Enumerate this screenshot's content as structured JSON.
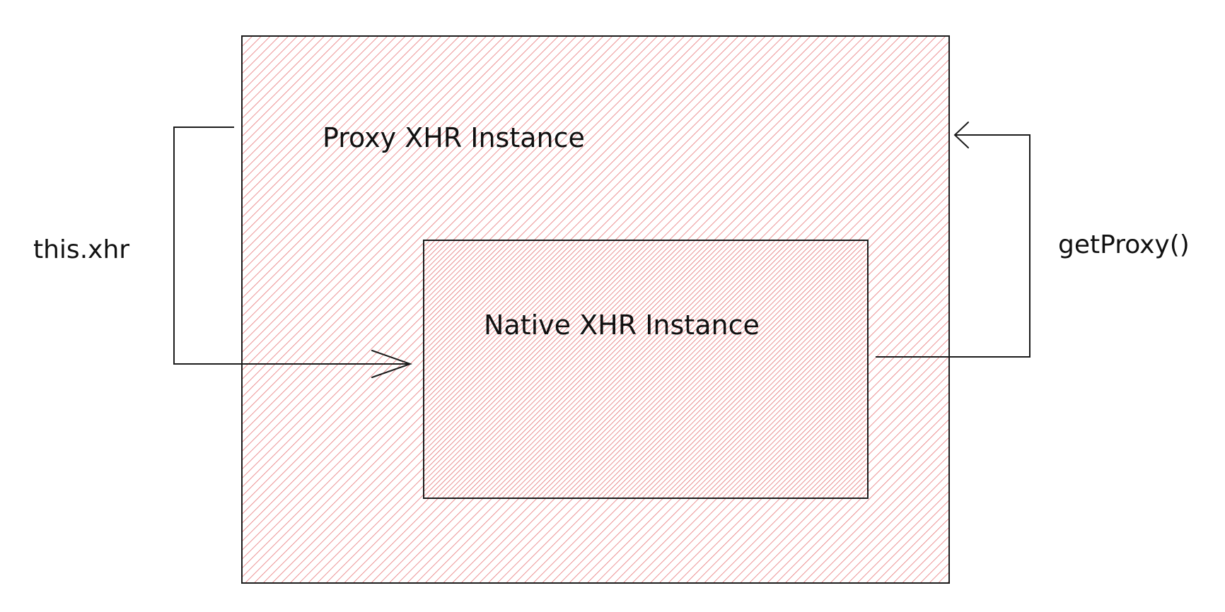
{
  "diagram": {
    "outer_box": {
      "label": "Proxy XHR Instance"
    },
    "inner_box": {
      "label": "Native XHR Instance"
    },
    "edges": {
      "this_xhr": {
        "label": "this.xhr"
      },
      "get_proxy": {
        "label": "getProxy()"
      }
    }
  },
  "colors": {
    "hatch": "#e8797b",
    "hatch_dense": "#e06264",
    "stroke": "#1b1b1b",
    "text": "#111111"
  }
}
